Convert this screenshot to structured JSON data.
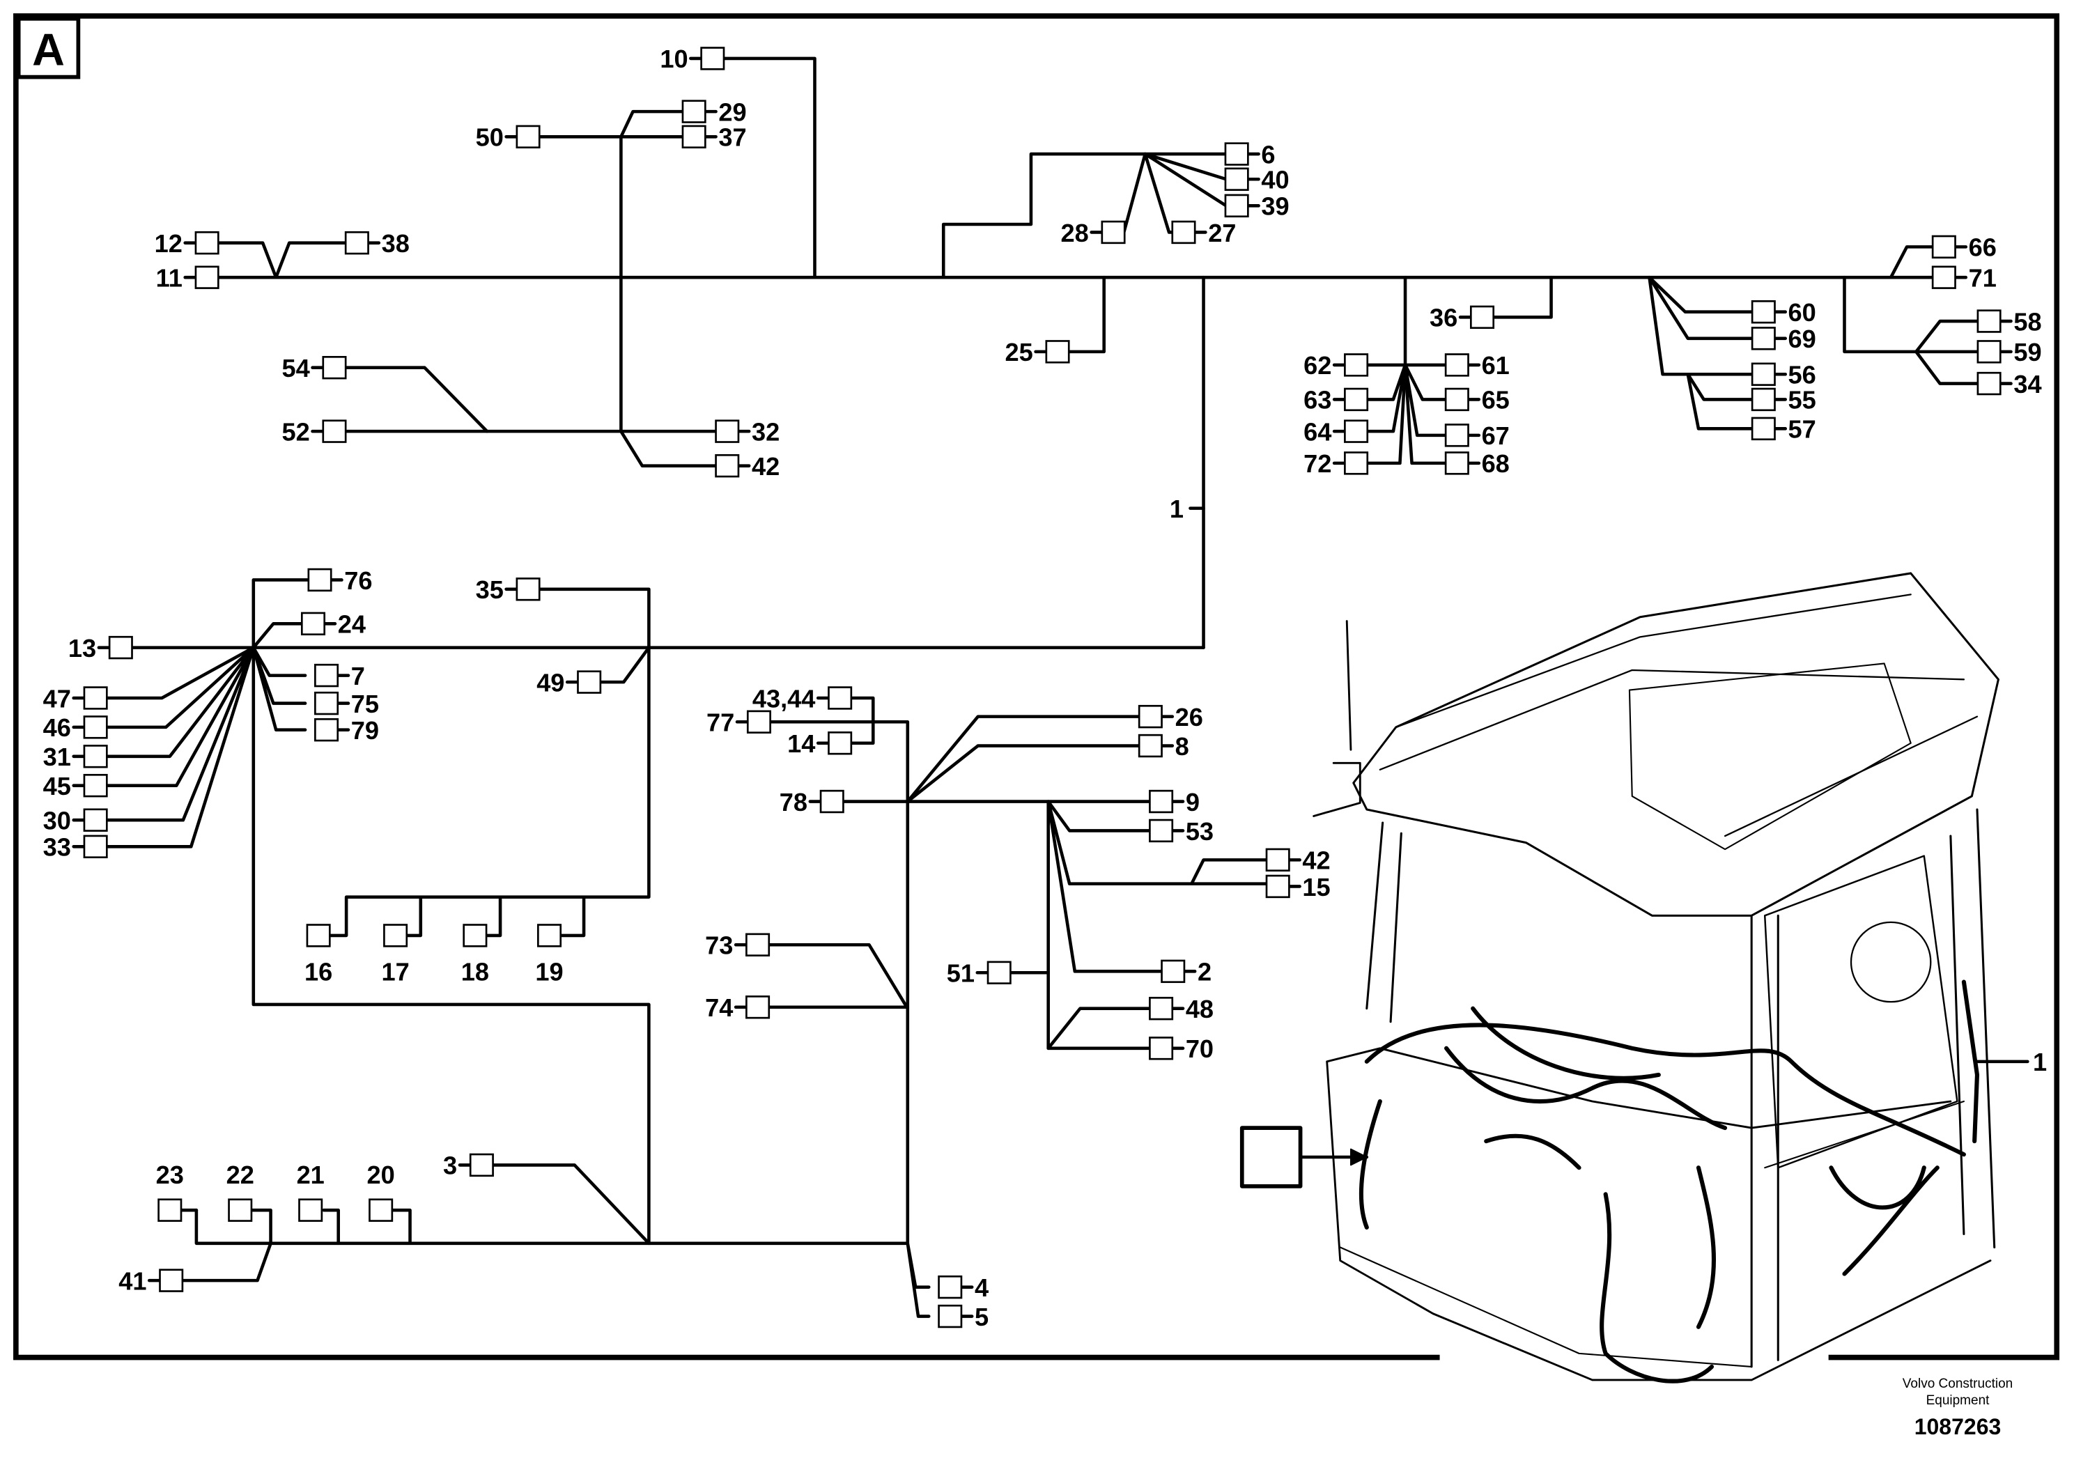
{
  "section_letter": "A",
  "callout_letter": "A",
  "footer": {
    "company_line1": "Volvo Construction",
    "company_line2": "Equipment",
    "drawing_number": "1087263"
  },
  "cab_callout_label": "1",
  "connector_labels": [
    "1",
    "2",
    "3",
    "4",
    "5",
    "6",
    "7",
    "8",
    "9",
    "10",
    "11",
    "12",
    "13",
    "14",
    "15",
    "16",
    "17",
    "18",
    "19",
    "20",
    "21",
    "22",
    "23",
    "24",
    "25",
    "26",
    "27",
    "28",
    "29",
    "30",
    "31",
    "32",
    "33",
    "34",
    "35",
    "36",
    "37",
    "38",
    "39",
    "40",
    "41",
    "42",
    "42",
    "43,44",
    "45",
    "46",
    "47",
    "48",
    "49",
    "50",
    "51",
    "52",
    "53",
    "54",
    "55",
    "56",
    "57",
    "58",
    "59",
    "60",
    "61",
    "62",
    "63",
    "64",
    "65",
    "66",
    "67",
    "68",
    "69",
    "70",
    "71",
    "72",
    "73",
    "74",
    "75",
    "76",
    "77",
    "78",
    "79"
  ],
  "colors": {
    "line": "#000000",
    "background": "#ffffff"
  }
}
